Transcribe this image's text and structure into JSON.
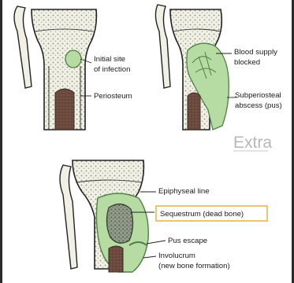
{
  "panels": {
    "initial": {
      "labels": {
        "initial_site_line1": "Initial site",
        "initial_site_line2": "of infection",
        "periosteum": "Periosteum"
      }
    },
    "abscess": {
      "labels": {
        "blood_supply_line1": "Blood supply",
        "blood_supply_line2": "blocked",
        "abscess_line1": "Subperiosteal",
        "abscess_line2": "abscess (pus)"
      }
    },
    "chronic": {
      "labels": {
        "epiphyseal": "Epiphyseal line",
        "sequestrum": "Sequestrum (dead bone)",
        "pus_escape": "Pus escape",
        "involucrum_line1": "Involucrum",
        "involucrum_line2": "(new bone formation)"
      }
    }
  },
  "watermark": "Extra",
  "colors": {
    "bone_fill": "#f1f0e4",
    "spongy_dots": "#8e8e86",
    "infection_green": "#b6dca4",
    "infection_stroke": "#4f7f44",
    "marrow": "#6a4a3c",
    "highlight_box": "#e8b84a"
  }
}
